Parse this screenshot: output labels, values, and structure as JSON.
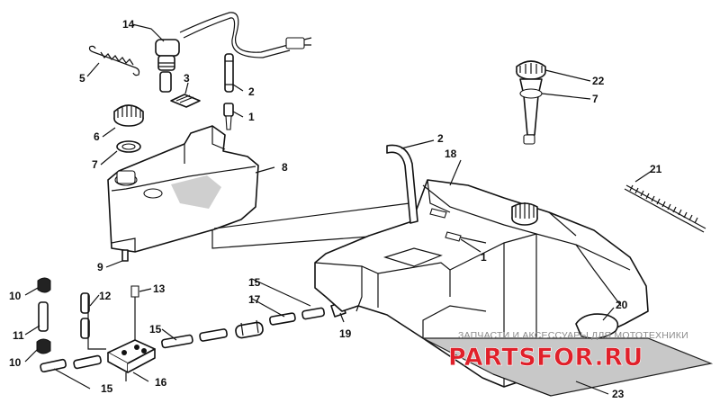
{
  "callouts": [
    {
      "id": "c14",
      "label": "14"
    },
    {
      "id": "c5",
      "label": "5"
    },
    {
      "id": "c3",
      "label": "3"
    },
    {
      "id": "c2a",
      "label": "2"
    },
    {
      "id": "c1a",
      "label": "1"
    },
    {
      "id": "c6",
      "label": "6"
    },
    {
      "id": "c7a",
      "label": "7"
    },
    {
      "id": "c8",
      "label": "8"
    },
    {
      "id": "c9",
      "label": "9"
    },
    {
      "id": "c10a",
      "label": "10"
    },
    {
      "id": "c11",
      "label": "11"
    },
    {
      "id": "c10b",
      "label": "10"
    },
    {
      "id": "c12",
      "label": "12"
    },
    {
      "id": "c13",
      "label": "13"
    },
    {
      "id": "c15a",
      "label": "15"
    },
    {
      "id": "c15b",
      "label": "15"
    },
    {
      "id": "c17",
      "label": "17"
    },
    {
      "id": "c15c",
      "label": "15"
    },
    {
      "id": "c16",
      "label": "16"
    },
    {
      "id": "c19",
      "label": "19"
    },
    {
      "id": "c2b",
      "label": "2"
    },
    {
      "id": "c18",
      "label": "18"
    },
    {
      "id": "c22",
      "label": "22"
    },
    {
      "id": "c7b",
      "label": "7"
    },
    {
      "id": "c21",
      "label": "21"
    },
    {
      "id": "c1b",
      "label": "1"
    },
    {
      "id": "c20",
      "label": "20"
    },
    {
      "id": "c23",
      "label": "23"
    }
  ],
  "watermark": {
    "top_text": "ЗАПЧАСТИ И АКСЕССУАРЫ ДЛЯ МОТОТЕХНИКИ",
    "main_text": "PARTSFOR.RU",
    "color": "#e0202a"
  }
}
